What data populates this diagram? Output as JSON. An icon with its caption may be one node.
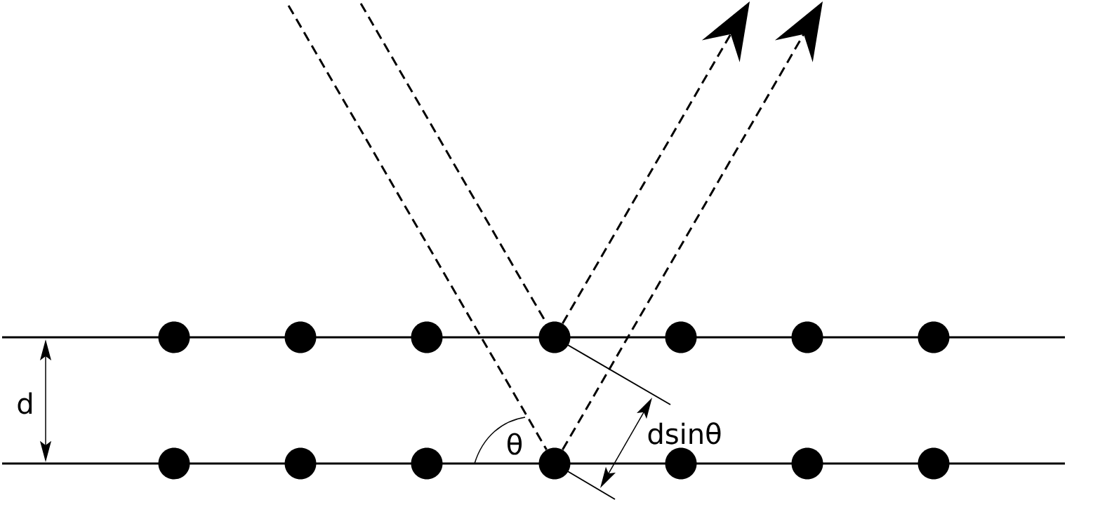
{
  "diagram": {
    "nodes": [
      {
        "text": [],
        "shape": "circle"
      },
      {
        "text": [],
        "shape": "circle"
      },
      {
        "text": [],
        "shape": "circle"
      },
      {
        "text": [],
        "shape": "circle"
      },
      {
        "text": [],
        "shape": "circle"
      },
      {
        "text": [],
        "shape": "circle"
      },
      {
        "text": [],
        "shape": "circle"
      },
      {
        "text": [],
        "shape": "circle"
      },
      {
        "text": [],
        "shape": "circle"
      },
      {
        "text": [],
        "shape": "circle"
      },
      {
        "text": [],
        "shape": "circle"
      },
      {
        "text": [],
        "shape": "circle"
      },
      {
        "text": [],
        "shape": "circle"
      },
      {
        "text": [],
        "shape": "circle"
      }
    ],
    "edges": [
      {
        "from": null,
        "to": 10,
        "arrow": "none",
        "style": "dashed"
      },
      {
        "from": null,
        "to": 3,
        "arrow": "none",
        "style": "dashed"
      },
      {
        "from": 3,
        "to": null,
        "arrow": "to",
        "style": "dashed"
      },
      {
        "from": 10,
        "to": null,
        "arrow": "to",
        "style": "dashed"
      }
    ],
    "labels": [
      "d",
      "θ",
      "dsinθ"
    ]
  }
}
